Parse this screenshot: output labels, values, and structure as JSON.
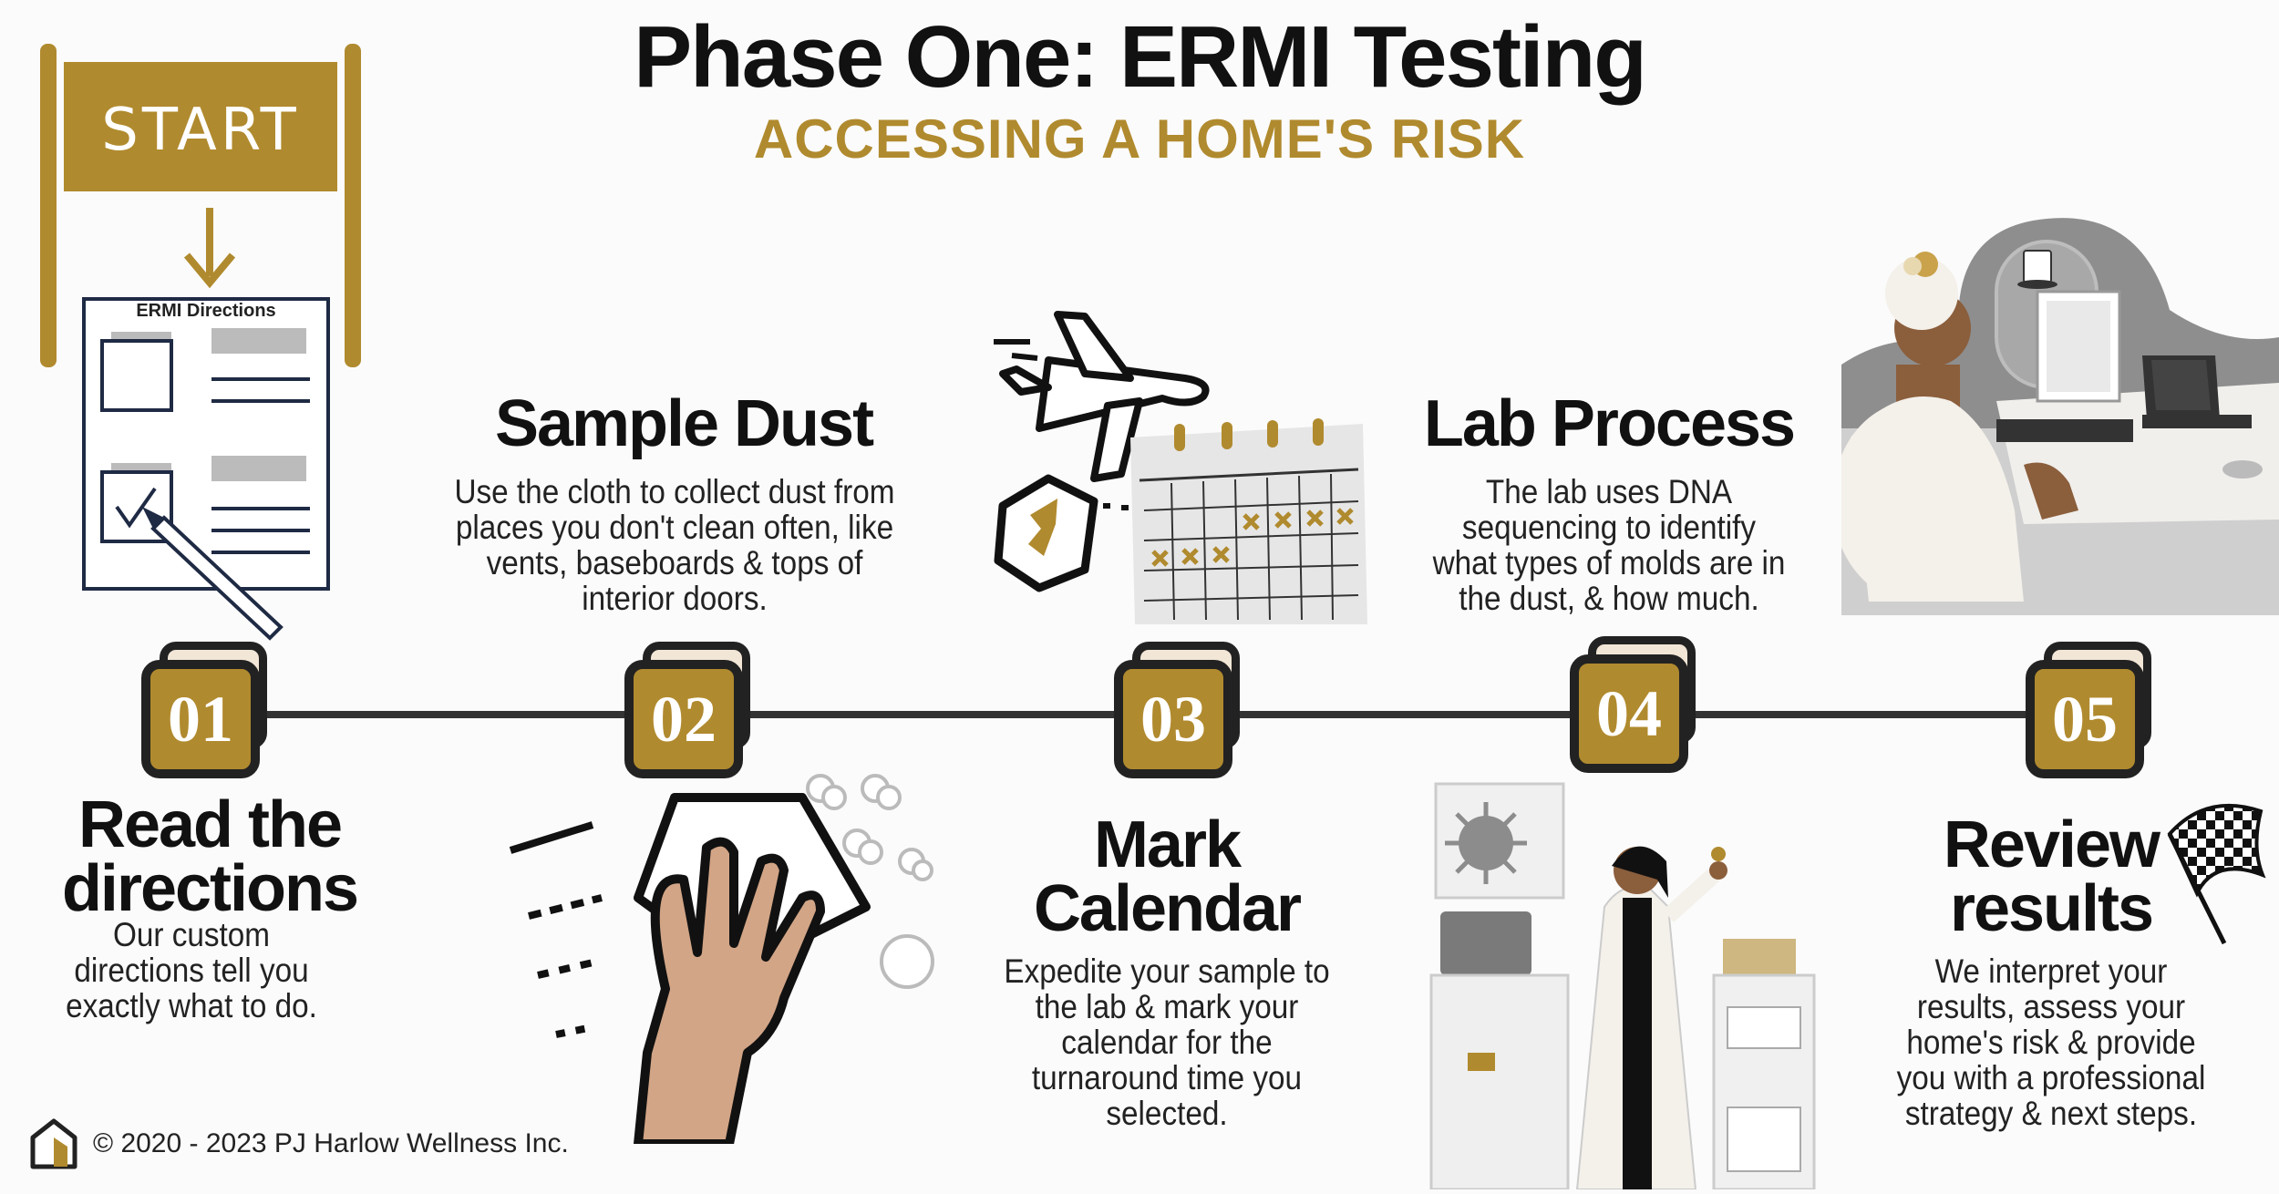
{
  "header": {
    "title": "Phase One: ERMI Testing",
    "subtitle": "ACCESSING A HOME'S RISK"
  },
  "start_sign": {
    "label": "START"
  },
  "directions_sheet": {
    "title": "ERMI Directions"
  },
  "steps": [
    {
      "number": "01",
      "title_line1": "Read the",
      "title_line2": "directions",
      "description": [
        "Our custom",
        "directions tell you",
        "exactly what to do."
      ]
    },
    {
      "number": "02",
      "title_line1": "Sample Dust",
      "description": [
        "Use the cloth to collect dust from",
        "places you don't clean often, like",
        "vents, baseboards & tops of",
        "interior doors."
      ]
    },
    {
      "number": "03",
      "title_line1": "Mark",
      "title_line2": "Calendar",
      "description": [
        "Expedite your sample to",
        "the lab & mark your",
        "calendar for the",
        "turnaround time you",
        "selected."
      ]
    },
    {
      "number": "04",
      "title_line1": "Lab Process",
      "description": [
        "The lab uses DNA",
        "sequencing to identify",
        "what types of molds are in",
        "the dust, & how much."
      ]
    },
    {
      "number": "05",
      "title_line1": "Review",
      "title_line2": "results",
      "description": [
        "We interpret your",
        "results, assess your",
        "home's risk & provide",
        "you with a professional",
        "strategy & next steps."
      ]
    }
  ],
  "footer": {
    "copyright": "© 2020 - 2023 PJ Harlow Wellness Inc."
  },
  "colors": {
    "gold": "#b08a2e",
    "dark": "#222222",
    "cream": "#f2e6d6",
    "skin": "#d2a586"
  }
}
